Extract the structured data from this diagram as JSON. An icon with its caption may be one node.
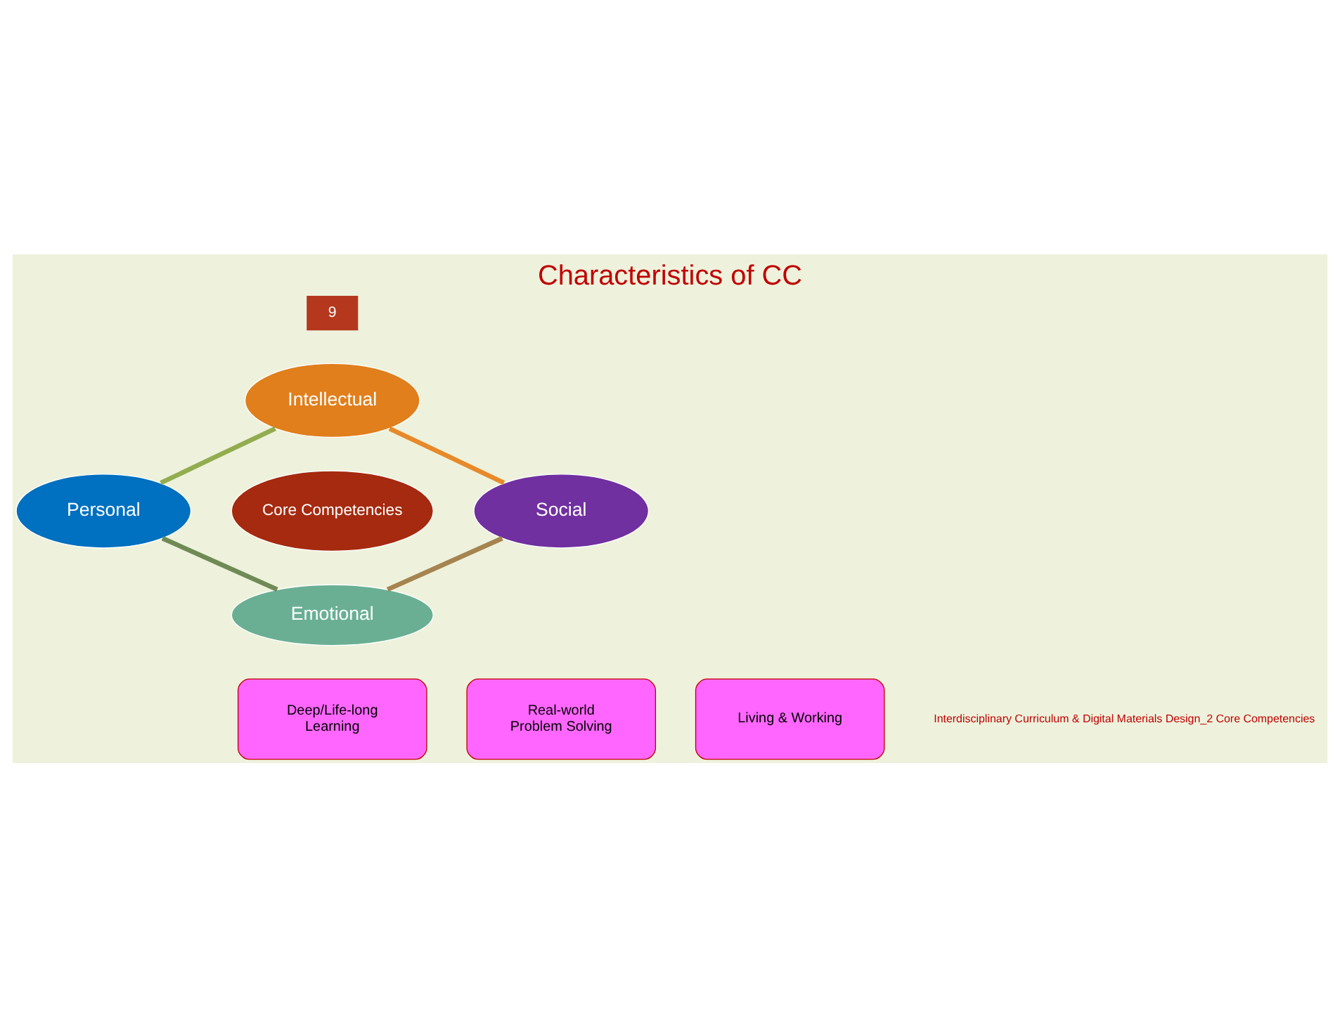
{
  "diagram": {
    "title": "Characteristics of CC",
    "nodes": [
      {
        "text": [
          "Intellectual"
        ]
      },
      {
        "text": [
          "Personal"
        ]
      },
      {
        "text": [
          "Core Competencies"
        ]
      },
      {
        "text": [
          "Social"
        ]
      },
      {
        "text": [
          "Emotional"
        ]
      },
      {
        "text": [
          "Deep/Life-long Learning"
        ]
      },
      {
        "text": [
          "Real-world Problem Solving"
        ]
      },
      {
        "text": [
          "Living & Working"
        ]
      }
    ],
    "edges": [
      {
        "from": 0,
        "to": 1,
        "arrow": "none",
        "color": "#92ad4f"
      },
      {
        "from": 0,
        "to": 3,
        "arrow": "none",
        "color": "#e8892a"
      },
      {
        "from": 1,
        "to": 4,
        "arrow": "none",
        "color": "#6f8a55"
      },
      {
        "from": 3,
        "to": 4,
        "arrow": "none",
        "color": "#a68450"
      }
    ],
    "labels": [
      "9",
      "Interdisciplinary Curriculum & Digital Materials Design_2 Core Competencies"
    ]
  }
}
